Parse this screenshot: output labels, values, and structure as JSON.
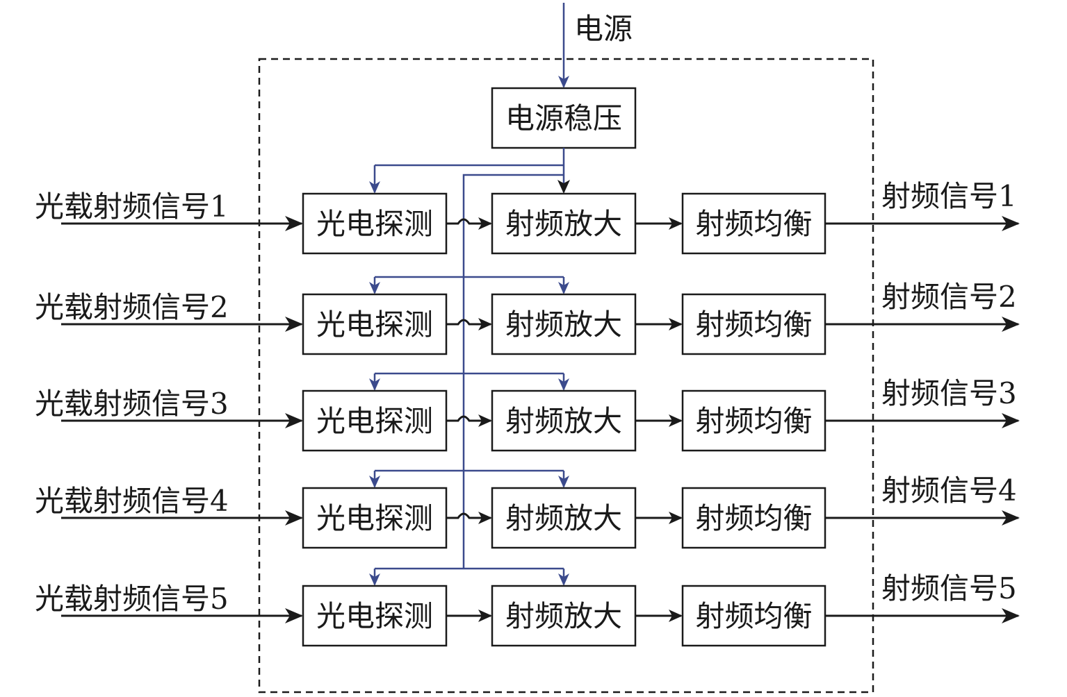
{
  "power_input": {
    "label": "电源"
  },
  "regulator": {
    "label": "电源稳压"
  },
  "channels": [
    {
      "input_label": "光载射频信号1",
      "detector": "光电探测",
      "amplifier": "射频放大",
      "equalizer": "射频均衡",
      "output_label": "射频信号1"
    },
    {
      "input_label": "光载射频信号2",
      "detector": "光电探测",
      "amplifier": "射频放大",
      "equalizer": "射频均衡",
      "output_label": "射频信号2"
    },
    {
      "input_label": "光载射频信号3",
      "detector": "光电探测",
      "amplifier": "射频放大",
      "equalizer": "射频均衡",
      "output_label": "射频信号3"
    },
    {
      "input_label": "光载射频信号4",
      "detector": "光电探测",
      "amplifier": "射频放大",
      "equalizer": "射频均衡",
      "output_label": "射频信号4"
    },
    {
      "input_label": "光载射频信号5",
      "detector": "光电探测",
      "amplifier": "射频放大",
      "equalizer": "射频均衡",
      "output_label": "射频信号5"
    }
  ],
  "colors": {
    "signal": "#1a1a1a",
    "power": "#3b4a8c",
    "boundary": "#1a1a1a"
  }
}
